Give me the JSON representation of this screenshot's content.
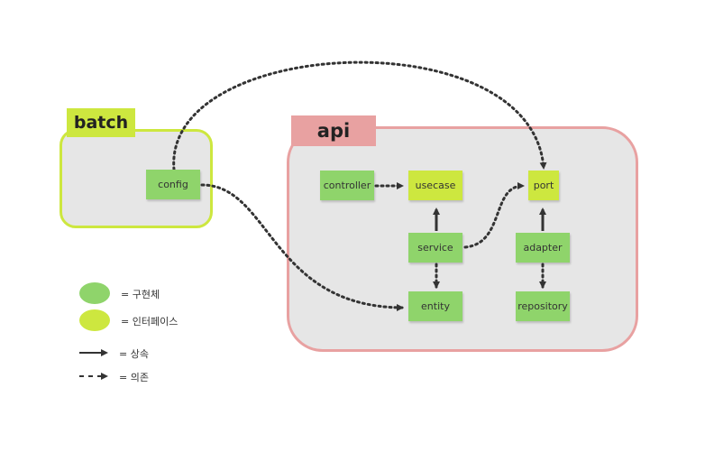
{
  "groups": {
    "batch": {
      "label": "batch"
    },
    "api": {
      "label": "api"
    }
  },
  "nodes": {
    "config": {
      "label": "config",
      "kind": "impl"
    },
    "controller": {
      "label": "controller",
      "kind": "impl"
    },
    "usecase": {
      "label": "usecase",
      "kind": "interface"
    },
    "port": {
      "label": "port",
      "kind": "interface"
    },
    "service": {
      "label": "service",
      "kind": "impl"
    },
    "adapter": {
      "label": "adapter",
      "kind": "impl"
    },
    "entity": {
      "label": "entity",
      "kind": "impl"
    },
    "repository": {
      "label": "repository",
      "kind": "impl"
    }
  },
  "edges": [
    {
      "from": "config",
      "to": "port",
      "style": "dotted"
    },
    {
      "from": "config",
      "to": "entity",
      "style": "dotted"
    },
    {
      "from": "controller",
      "to": "usecase",
      "style": "dotted"
    },
    {
      "from": "service",
      "to": "usecase",
      "style": "solid"
    },
    {
      "from": "service",
      "to": "port",
      "style": "dotted"
    },
    {
      "from": "service",
      "to": "entity",
      "style": "dotted"
    },
    {
      "from": "adapter",
      "to": "port",
      "style": "solid"
    },
    {
      "from": "adapter",
      "to": "repository",
      "style": "dotted"
    }
  ],
  "legend": {
    "impl": "= 구현체",
    "interface": "= 인터페이스",
    "inherit": "= 상속",
    "depend": "= 의존"
  },
  "colors": {
    "impl": "#8fd46b",
    "interface": "#cde73f",
    "batch_border": "#cde73f",
    "api_border": "#e8a1a1",
    "group_fill": "#e6e6e6",
    "arrow": "#333333"
  }
}
